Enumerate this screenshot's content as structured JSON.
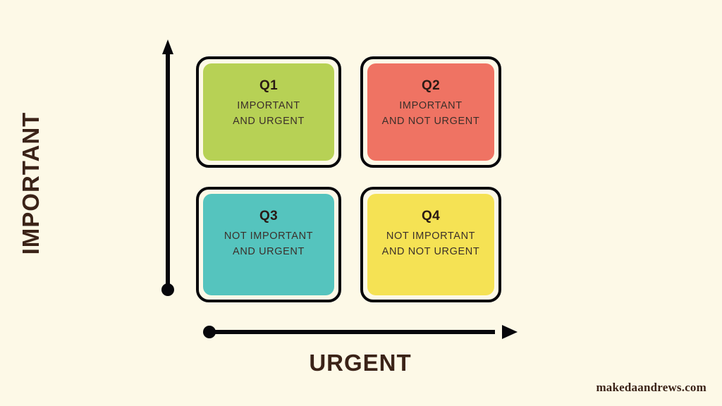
{
  "canvas": {
    "background_color": "#FDF9E7",
    "axis_color": "#07070B",
    "label_color": "#3B2318"
  },
  "axes": {
    "vertical": {
      "label": "IMPORTANT",
      "arrow_direction": "up",
      "origin_marker": "dot"
    },
    "horizontal": {
      "label": "URGENT",
      "arrow_direction": "right",
      "origin_marker": "dot"
    }
  },
  "quadrants": [
    {
      "id": "q1",
      "title": "Q1",
      "description": "IMPORTANT\nAND URGENT",
      "fill_color": "#B7D155",
      "position": "top-left"
    },
    {
      "id": "q2",
      "title": "Q2",
      "description": "IMPORTANT\nAND NOT URGENT",
      "fill_color": "#EF7363",
      "position": "top-right"
    },
    {
      "id": "q3",
      "title": "Q3",
      "description": "NOT IMPORTANT\nAND URGENT",
      "fill_color": "#55C4BE",
      "position": "bottom-left"
    },
    {
      "id": "q4",
      "title": "Q4",
      "description": "NOT IMPORTANT\nAND NOT URGENT",
      "fill_color": "#F5E254",
      "position": "bottom-right"
    }
  ],
  "watermark": {
    "text": "makedaandrews.com"
  }
}
